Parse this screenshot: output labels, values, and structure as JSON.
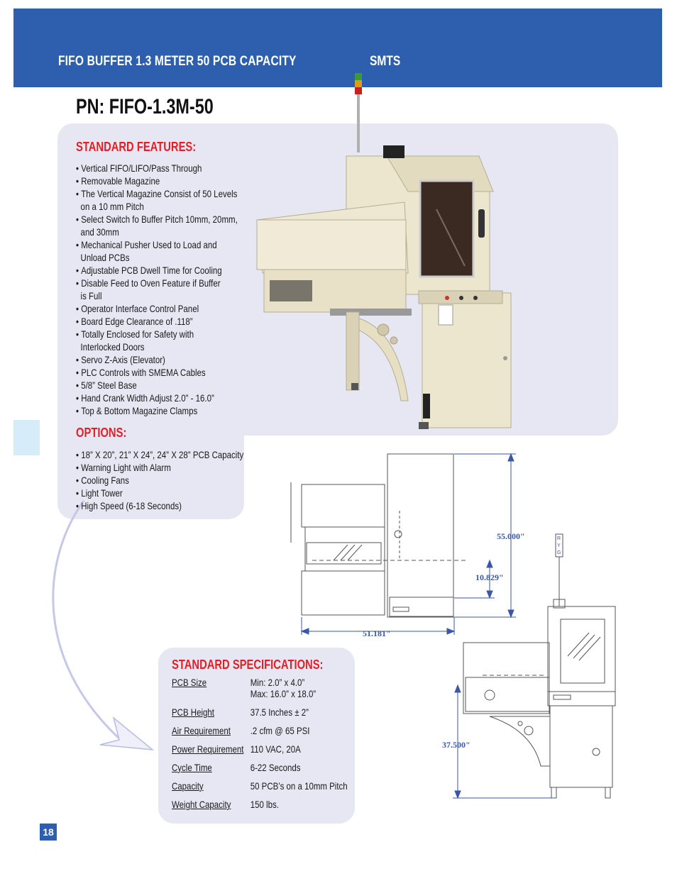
{
  "header": {
    "title": "FIFO BUFFER 1.3 METER 50 PCB CAPACITY",
    "brand": "SMTS"
  },
  "part_number": "PN: FIFO-1.3M-50",
  "standard_features": {
    "title": "STANDARD FEATURES:",
    "items": [
      "Vertical FIFO/LIFO/Pass Through",
      "Removable Magazine",
      "The Vertical Magazine Consist of 50 Levels\non a 10 mm Pitch",
      "Select Switch fo Buffer Pitch 10mm, 20mm,\nand 30mm",
      "Mechanical Pusher Used to Load and\nUnload PCBs",
      "Adjustable PCB Dwell Time for Cooling",
      "Disable Feed to Oven Feature if Buffer\nis Full",
      "Operator Interface Control Panel",
      "Board Edge Clearance of .118”",
      "Totally Enclosed for Safety with\nInterlocked Doors",
      "Servo Z-Axis (Elevator)",
      "PLC Controls with SMEMA Cables",
      "5/8” Steel Base",
      "Hand Crank Width Adjust 2.0” - 16.0”",
      "Top & Bottom Magazine Clamps"
    ]
  },
  "options": {
    "title": "OPTIONS:",
    "items": [
      "18” X 20”, 21” X 24”, 24” X 28” PCB Capacity",
      "Warning Light with Alarm",
      "Cooling Fans",
      "Light Tower",
      "High Speed (6-18 Seconds)"
    ]
  },
  "specifications": {
    "title": "STANDARD SPECIFICATIONS:",
    "rows": [
      {
        "label": "PCB Size",
        "value": "Min:    2.0” x 4.0”\nMax:    16.0” x 18.0”"
      },
      {
        "label": "PCB Height",
        "value": "37.5 Inches ± 2”"
      },
      {
        "label": "Air Requirement",
        "value": ".2 cfm @ 65 PSI"
      },
      {
        "label": "Power Requirement",
        "value": "110 VAC, 20A"
      },
      {
        "label": "Cycle Time",
        "value": "6-22 Seconds"
      },
      {
        "label": "Capacity",
        "value": "50 PCB’s on a 10mm Pitch"
      },
      {
        "label": "Weight Capacity",
        "value": "150 lbs."
      }
    ]
  },
  "dimensions": {
    "height": "55.000\"",
    "offset": "10.829\"",
    "width": "51.181\"",
    "conveyor_height": "37.500\""
  },
  "tower_letters": [
    "R",
    "Y",
    "G"
  ],
  "page_number": "18",
  "colors": {
    "header_blue": "#2d5fae",
    "title_red": "#e21f26",
    "panel_lavender": "#e6e7f3",
    "dimension_blue": "#3b57a8"
  }
}
